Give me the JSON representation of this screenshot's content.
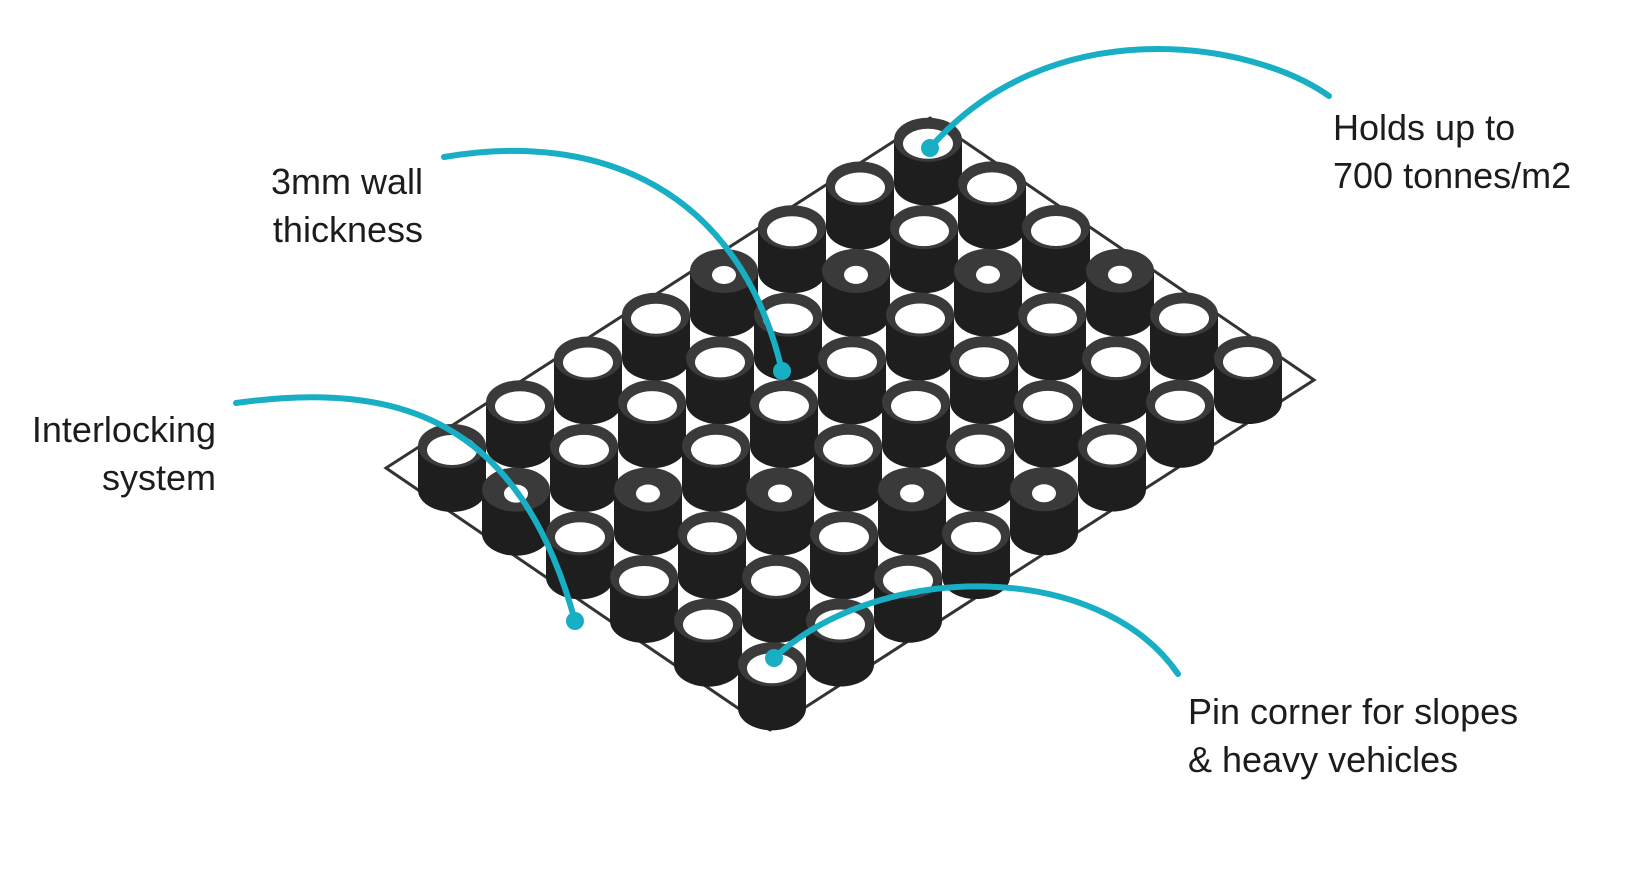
{
  "accent_color": "#18aec4",
  "product_color": "#1e1e1e",
  "callouts": {
    "load": {
      "line1": "Holds up to",
      "line2": "700 tonnes/m2"
    },
    "wall": {
      "line1": "3mm wall",
      "line2": "thickness"
    },
    "interlock": {
      "line1": "Interlocking",
      "line2": "system"
    },
    "pin": {
      "line1": "Pin corner for slopes",
      "line2": "& heavy vehicles"
    }
  }
}
